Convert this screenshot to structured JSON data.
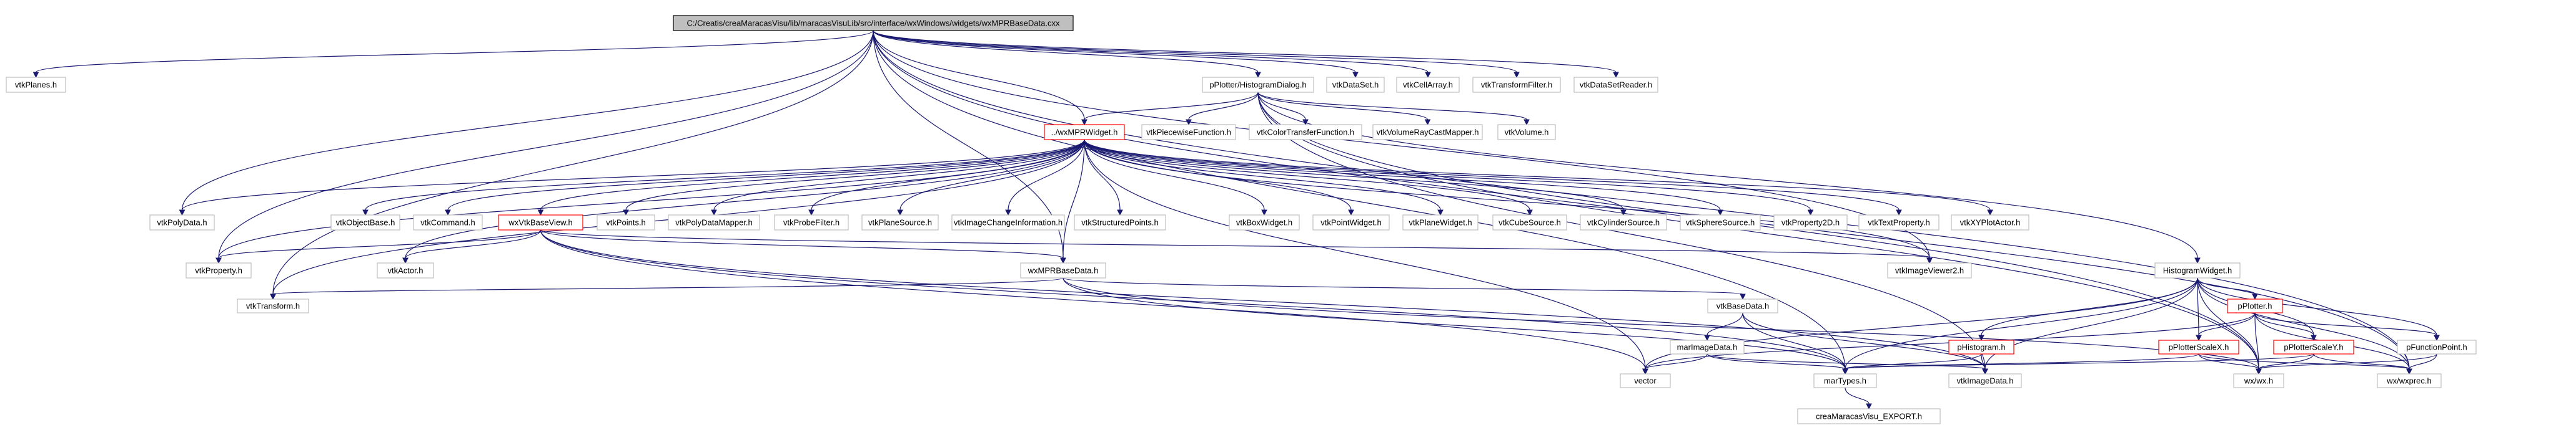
{
  "colors": {
    "edge": "#191970",
    "root_fill": "#bfbfbf",
    "root_border": "#000000",
    "node_fill": "#ffffff",
    "node_border_normal": "#bfbfbf",
    "node_border_incomplete": "#ff0000"
  },
  "nodes": [
    {
      "id": "root",
      "label": "C:/Creatis/creaMaracasVisu/lib/maracasVisuLib/src/interface/wxWindows/widgets/wxMPRBaseData.cxx",
      "style": "root"
    },
    {
      "id": "vtkPlanes",
      "label": "vtkPlanes.h",
      "style": "normal"
    },
    {
      "id": "pPlotterHistDlg",
      "label": "pPlotter/HistogramDialog.h",
      "style": "normal"
    },
    {
      "id": "vtkDataSet",
      "label": "vtkDataSet.h",
      "style": "normal"
    },
    {
      "id": "vtkCellArray",
      "label": "vtkCellArray.h",
      "style": "normal"
    },
    {
      "id": "vtkTransformFilter",
      "label": "vtkTransformFilter.h",
      "style": "normal"
    },
    {
      "id": "vtkDataSetReader",
      "label": "vtkDataSetReader.h",
      "style": "normal"
    },
    {
      "id": "wxMPRWidget",
      "label": "../wxMPRWidget.h",
      "style": "incomplete"
    },
    {
      "id": "vtkPiecewiseFunction",
      "label": "vtkPiecewiseFunction.h",
      "style": "normal"
    },
    {
      "id": "vtkColorTransferFunction",
      "label": "vtkColorTransferFunction.h",
      "style": "normal"
    },
    {
      "id": "vtkVolumeRayCastMapper",
      "label": "vtkVolumeRayCastMapper.h",
      "style": "normal"
    },
    {
      "id": "vtkVolume",
      "label": "vtkVolume.h",
      "style": "normal"
    },
    {
      "id": "vtkPolyData",
      "label": "vtkPolyData.h",
      "style": "normal"
    },
    {
      "id": "vtkObjectBase",
      "label": "vtkObjectBase.h",
      "style": "normal"
    },
    {
      "id": "vtkCommand",
      "label": "vtkCommand.h",
      "style": "normal"
    },
    {
      "id": "wxVtkBaseView",
      "label": "wxVtkBaseView.h",
      "style": "incomplete"
    },
    {
      "id": "vtkPoints",
      "label": "vtkPoints.h",
      "style": "normal"
    },
    {
      "id": "vtkPolyDataMapper",
      "label": "vtkPolyDataMapper.h",
      "style": "normal"
    },
    {
      "id": "vtkProbeFilter",
      "label": "vtkProbeFilter.h",
      "style": "normal"
    },
    {
      "id": "vtkPlaneSource",
      "label": "vtkPlaneSource.h",
      "style": "normal"
    },
    {
      "id": "vtkImageChangeInformation",
      "label": "vtkImageChangeInformation.h",
      "style": "normal"
    },
    {
      "id": "vtkStructuredPoints",
      "label": "vtkStructuredPoints.h",
      "style": "normal"
    },
    {
      "id": "vtkBoxWidget",
      "label": "vtkBoxWidget.h",
      "style": "normal"
    },
    {
      "id": "vtkPointWidget",
      "label": "vtkPointWidget.h",
      "style": "normal"
    },
    {
      "id": "vtkPlaneWidget",
      "label": "vtkPlaneWidget.h",
      "style": "normal"
    },
    {
      "id": "vtkCubeSource",
      "label": "vtkCubeSource.h",
      "style": "normal"
    },
    {
      "id": "vtkCylinderSource",
      "label": "vtkCylinderSource.h",
      "style": "normal"
    },
    {
      "id": "vtkSphereSource",
      "label": "vtkSphereSource.h",
      "style": "normal"
    },
    {
      "id": "vtkProperty2D",
      "label": "vtkProperty2D.h",
      "style": "normal"
    },
    {
      "id": "vtkTextProperty",
      "label": "vtkTextProperty.h",
      "style": "normal"
    },
    {
      "id": "vtkXYPlotActor",
      "label": "vtkXYPlotActor.h",
      "style": "normal"
    },
    {
      "id": "vtkProperty",
      "label": "vtkProperty.h",
      "style": "normal"
    },
    {
      "id": "vtkActor",
      "label": "vtkActor.h",
      "style": "normal"
    },
    {
      "id": "wxMPRBaseData",
      "label": "wxMPRBaseData.h",
      "style": "normal"
    },
    {
      "id": "vtkImageViewer2",
      "label": "vtkImageViewer2.h",
      "style": "normal"
    },
    {
      "id": "HistogramWidget",
      "label": "HistogramWidget.h",
      "style": "normal"
    },
    {
      "id": "vtkTransform",
      "label": "vtkTransform.h",
      "style": "normal"
    },
    {
      "id": "vtkBaseData",
      "label": "vtkBaseData.h",
      "style": "normal"
    },
    {
      "id": "pPlotter",
      "label": "pPlotter.h",
      "style": "incomplete"
    },
    {
      "id": "marImageData",
      "label": "marImageData.h",
      "style": "normal"
    },
    {
      "id": "pHistogram",
      "label": "pHistogram.h",
      "style": "incomplete"
    },
    {
      "id": "pPlotterScaleX",
      "label": "pPlotterScaleX.h",
      "style": "incomplete"
    },
    {
      "id": "pPlotterScaleY",
      "label": "pPlotterScaleY.h",
      "style": "incomplete"
    },
    {
      "id": "pFunctionPoint",
      "label": "pFunctionPoint.h",
      "style": "normal"
    },
    {
      "id": "vector",
      "label": "vector",
      "style": "normal"
    },
    {
      "id": "marTypes",
      "label": "marTypes.h",
      "style": "normal"
    },
    {
      "id": "vtkImageData",
      "label": "vtkImageData.h",
      "style": "normal"
    },
    {
      "id": "wxwx",
      "label": "wx/wx.h",
      "style": "normal"
    },
    {
      "id": "wxwxprec",
      "label": "wx/wxprec.h",
      "style": "normal"
    },
    {
      "id": "creaMaracasVisuExport",
      "label": "creaMaracasVisu_EXPORT.h",
      "style": "normal"
    }
  ],
  "edges": [
    [
      "root",
      "vtkPlanes"
    ],
    [
      "root",
      "pPlotterHistDlg"
    ],
    [
      "root",
      "vtkDataSet"
    ],
    [
      "root",
      "vtkCellArray"
    ],
    [
      "root",
      "vtkTransformFilter"
    ],
    [
      "root",
      "vtkDataSetReader"
    ],
    [
      "root",
      "wxMPRWidget"
    ],
    [
      "root",
      "vtkPolyData"
    ],
    [
      "root",
      "vtkProperty"
    ],
    [
      "root",
      "vtkTransform"
    ],
    [
      "root",
      "wxMPRBaseData"
    ],
    [
      "root",
      "vtkImageViewer2"
    ],
    [
      "root",
      "marTypes"
    ],
    [
      "root",
      "wxwx"
    ],
    [
      "root",
      "wxwxprec"
    ],
    [
      "pPlotterHistDlg",
      "vtkPiecewiseFunction"
    ],
    [
      "pPlotterHistDlg",
      "vtkColorTransferFunction"
    ],
    [
      "pPlotterHistDlg",
      "vtkVolumeRayCastMapper"
    ],
    [
      "pPlotterHistDlg",
      "vtkVolume"
    ],
    [
      "pPlotterHistDlg",
      "HistogramWidget"
    ],
    [
      "pPlotterHistDlg",
      "vtkImageData"
    ],
    [
      "pPlotterHistDlg",
      "wxwx"
    ],
    [
      "pPlotterHistDlg",
      "wxwxprec"
    ],
    [
      "pPlotterHistDlg",
      "wxMPRWidget"
    ],
    [
      "wxMPRWidget",
      "vtkPolyData"
    ],
    [
      "wxMPRWidget",
      "vtkObjectBase"
    ],
    [
      "wxMPRWidget",
      "vtkCommand"
    ],
    [
      "wxMPRWidget",
      "wxVtkBaseView"
    ],
    [
      "wxMPRWidget",
      "vtkPoints"
    ],
    [
      "wxMPRWidget",
      "vtkPolyDataMapper"
    ],
    [
      "wxMPRWidget",
      "vtkProbeFilter"
    ],
    [
      "wxMPRWidget",
      "vtkPlaneSource"
    ],
    [
      "wxMPRWidget",
      "vtkImageChangeInformation"
    ],
    [
      "wxMPRWidget",
      "vtkStructuredPoints"
    ],
    [
      "wxMPRWidget",
      "vtkBoxWidget"
    ],
    [
      "wxMPRWidget",
      "vtkPointWidget"
    ],
    [
      "wxMPRWidget",
      "vtkPlaneWidget"
    ],
    [
      "wxMPRWidget",
      "vtkCubeSource"
    ],
    [
      "wxMPRWidget",
      "vtkCylinderSource"
    ],
    [
      "wxMPRWidget",
      "vtkSphereSource"
    ],
    [
      "wxMPRWidget",
      "vtkProperty2D"
    ],
    [
      "wxMPRWidget",
      "vtkTextProperty"
    ],
    [
      "wxMPRWidget",
      "vtkXYPlotActor"
    ],
    [
      "wxMPRWidget",
      "vtkProperty"
    ],
    [
      "wxMPRWidget",
      "vtkActor"
    ],
    [
      "wxMPRWidget",
      "wxMPRBaseData"
    ],
    [
      "wxMPRWidget",
      "vtkTransform"
    ],
    [
      "wxMPRWidget",
      "vector"
    ],
    [
      "wxMPRWidget",
      "vtkImageViewer2"
    ],
    [
      "wxVtkBaseView",
      "vtkProperty"
    ],
    [
      "wxVtkBaseView",
      "vtkActor"
    ],
    [
      "wxVtkBaseView",
      "wxMPRBaseData"
    ],
    [
      "wxVtkBaseView",
      "vtkImageViewer2"
    ],
    [
      "wxVtkBaseView",
      "marTypes"
    ],
    [
      "wxVtkBaseView",
      "vtkImageData"
    ],
    [
      "wxVtkBaseView",
      "vector"
    ],
    [
      "wxMPRBaseData",
      "vtkTransform"
    ],
    [
      "wxMPRBaseData",
      "vtkBaseData"
    ],
    [
      "wxMPRBaseData",
      "marTypes"
    ],
    [
      "wxMPRBaseData",
      "wxwx"
    ],
    [
      "vtkBaseData",
      "marImageData"
    ],
    [
      "vtkBaseData",
      "marTypes"
    ],
    [
      "vtkBaseData",
      "vtkImageData"
    ],
    [
      "marImageData",
      "vector"
    ],
    [
      "marImageData",
      "marTypes"
    ],
    [
      "marImageData",
      "vtkImageData"
    ],
    [
      "HistogramWidget",
      "pPlotter"
    ],
    [
      "HistogramWidget",
      "pHistogram"
    ],
    [
      "HistogramWidget",
      "pPlotterScaleX"
    ],
    [
      "HistogramWidget",
      "pPlotterScaleY"
    ],
    [
      "HistogramWidget",
      "pFunctionPoint"
    ],
    [
      "HistogramWidget",
      "marTypes"
    ],
    [
      "HistogramWidget",
      "vtkImageData"
    ],
    [
      "HistogramWidget",
      "wxwx"
    ],
    [
      "HistogramWidget",
      "wxwxprec"
    ],
    [
      "HistogramWidget",
      "vector"
    ],
    [
      "pPlotter",
      "pPlotterScaleX"
    ],
    [
      "pPlotter",
      "pPlotterScaleY"
    ],
    [
      "pPlotter",
      "pFunctionPoint"
    ],
    [
      "pPlotter",
      "wxwx"
    ],
    [
      "pPlotter",
      "wxwxprec"
    ],
    [
      "pPlotter",
      "vector"
    ],
    [
      "pHistogram",
      "marTypes"
    ],
    [
      "pHistogram",
      "vtkImageData"
    ],
    [
      "pPlotterScaleX",
      "wxwx"
    ],
    [
      "pPlotterScaleX",
      "wxwxprec"
    ],
    [
      "pPlotterScaleX",
      "marTypes"
    ],
    [
      "pPlotterScaleY",
      "wxwx"
    ],
    [
      "pPlotterScaleY",
      "wxwxprec"
    ],
    [
      "pPlotterScaleY",
      "marTypes"
    ],
    [
      "pFunctionPoint",
      "wxwx"
    ],
    [
      "pFunctionPoint",
      "wxwxprec"
    ],
    [
      "marTypes",
      "creaMaracasVisuExport"
    ]
  ]
}
